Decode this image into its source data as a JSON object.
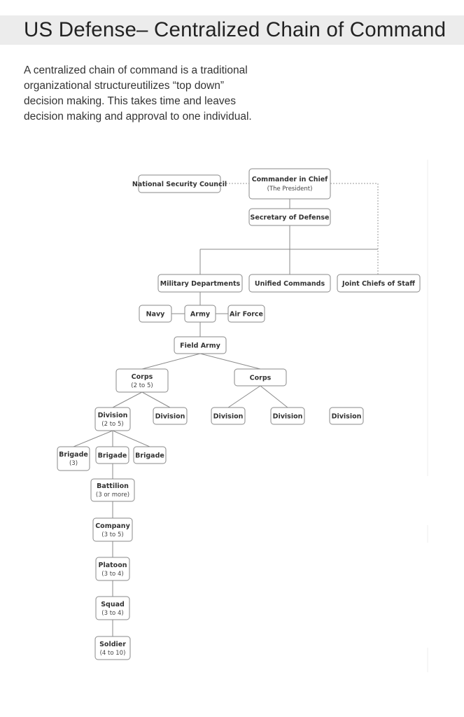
{
  "header": {
    "title": "US Defense– Centralized Chain of Command"
  },
  "intro": {
    "lines": [
      "A centralized chain of command is a traditional",
      "organizational structureutilizes “top down”",
      "decision making.  This takes time and leaves",
      "decision making and approval to one individual."
    ]
  },
  "diagram": {
    "nsc": "National Security Council",
    "commander": {
      "title": "Commander in Chief",
      "sub": "(The President)"
    },
    "secdef": "Secretary of Defense",
    "military_departments": "Military Departments",
    "unified_commands": "Unified Commands",
    "joint_chiefs": "Joint Chiefs of Staff",
    "navy": "Navy",
    "army": "Army",
    "air_force": "Air Force",
    "field_army": "Field Army",
    "corps_a": {
      "title": "Corps",
      "sub": "(2 to 5)"
    },
    "corps_b": "Corps",
    "division_main": {
      "title": "Division",
      "sub": "(2 to 5)"
    },
    "division_2": "Division",
    "division_3": "Division",
    "division_4": "Division",
    "division_5": "Division",
    "brigade_1": {
      "title": "Brigade",
      "sub": "(3)"
    },
    "brigade_2": "Brigade",
    "brigade_3": "Brigade",
    "battalion": {
      "title": "Battilion",
      "sub": "(3 or more)"
    },
    "company": {
      "title": "Company",
      "sub": "(3 to 5)"
    },
    "platoon": {
      "title": "Platoon",
      "sub": "(3 to 4)"
    },
    "squad": {
      "title": "Squad",
      "sub": "(3 to 4)"
    },
    "soldier": {
      "title": "Soldier",
      "sub": "(4 to 10)"
    }
  }
}
